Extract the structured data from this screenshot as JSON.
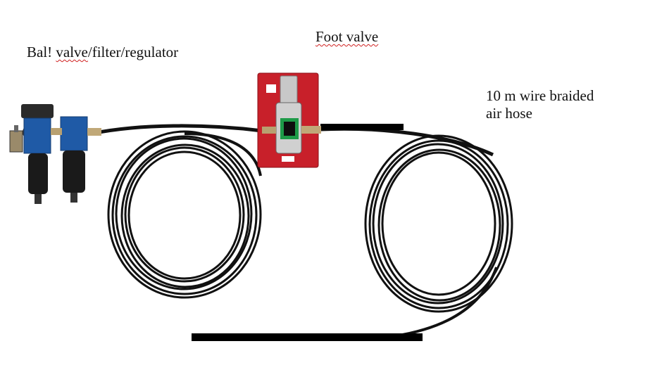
{
  "labels": {
    "ball_valve": {
      "prefix": "Bal! ",
      "underlined": "valve",
      "suffix": "/filter/regulator"
    },
    "foot_valve": {
      "text": "Foot valve"
    },
    "hose": {
      "line1": "10 m wire braided",
      "line2": "air hose"
    }
  },
  "colors": {
    "hose": "#111111",
    "foot_valve_plate": "#c8202a",
    "valve_window": "#1e9a48",
    "frl_blue": "#1f5aa6",
    "spellcheck_underline": "#d02020"
  },
  "icons": [
    "ball-valve-icon",
    "filter-bowl-icon",
    "regulator-bowl-icon",
    "pressure-gauge-icon",
    "foot-valve-icon",
    "hose-coil-icon",
    "hose-fitting-icon"
  ]
}
